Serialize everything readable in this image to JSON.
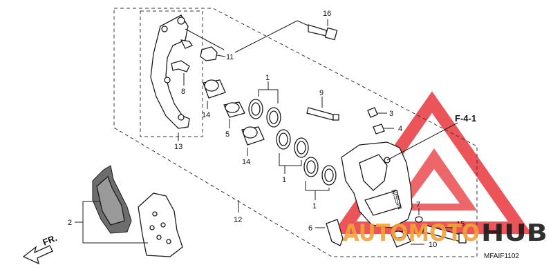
{
  "diagram": {
    "callouts": {
      "c1a": "1",
      "c1b": "1",
      "c1c": "1",
      "c2": "2",
      "c3": "3",
      "c4": "4",
      "c5": "5",
      "c6": "6",
      "c7": "7",
      "c8": "8",
      "c9": "9",
      "c10": "10",
      "c11": "11",
      "c12": "12",
      "c13": "13",
      "c14a": "14",
      "c14b": "14",
      "c15": "15",
      "c16": "16"
    },
    "ref_code": "F-4-1",
    "direction_label": "FR.",
    "drawing_id": "MFAIF1102",
    "caliper_marking": "NISSIN"
  },
  "watermark": {
    "text_a": "AUTOMOTO",
    "text_b": "HUB",
    "color_a": "#f2a33a",
    "color_b": "#1a1a1a",
    "logo_color": "#e8383d"
  }
}
